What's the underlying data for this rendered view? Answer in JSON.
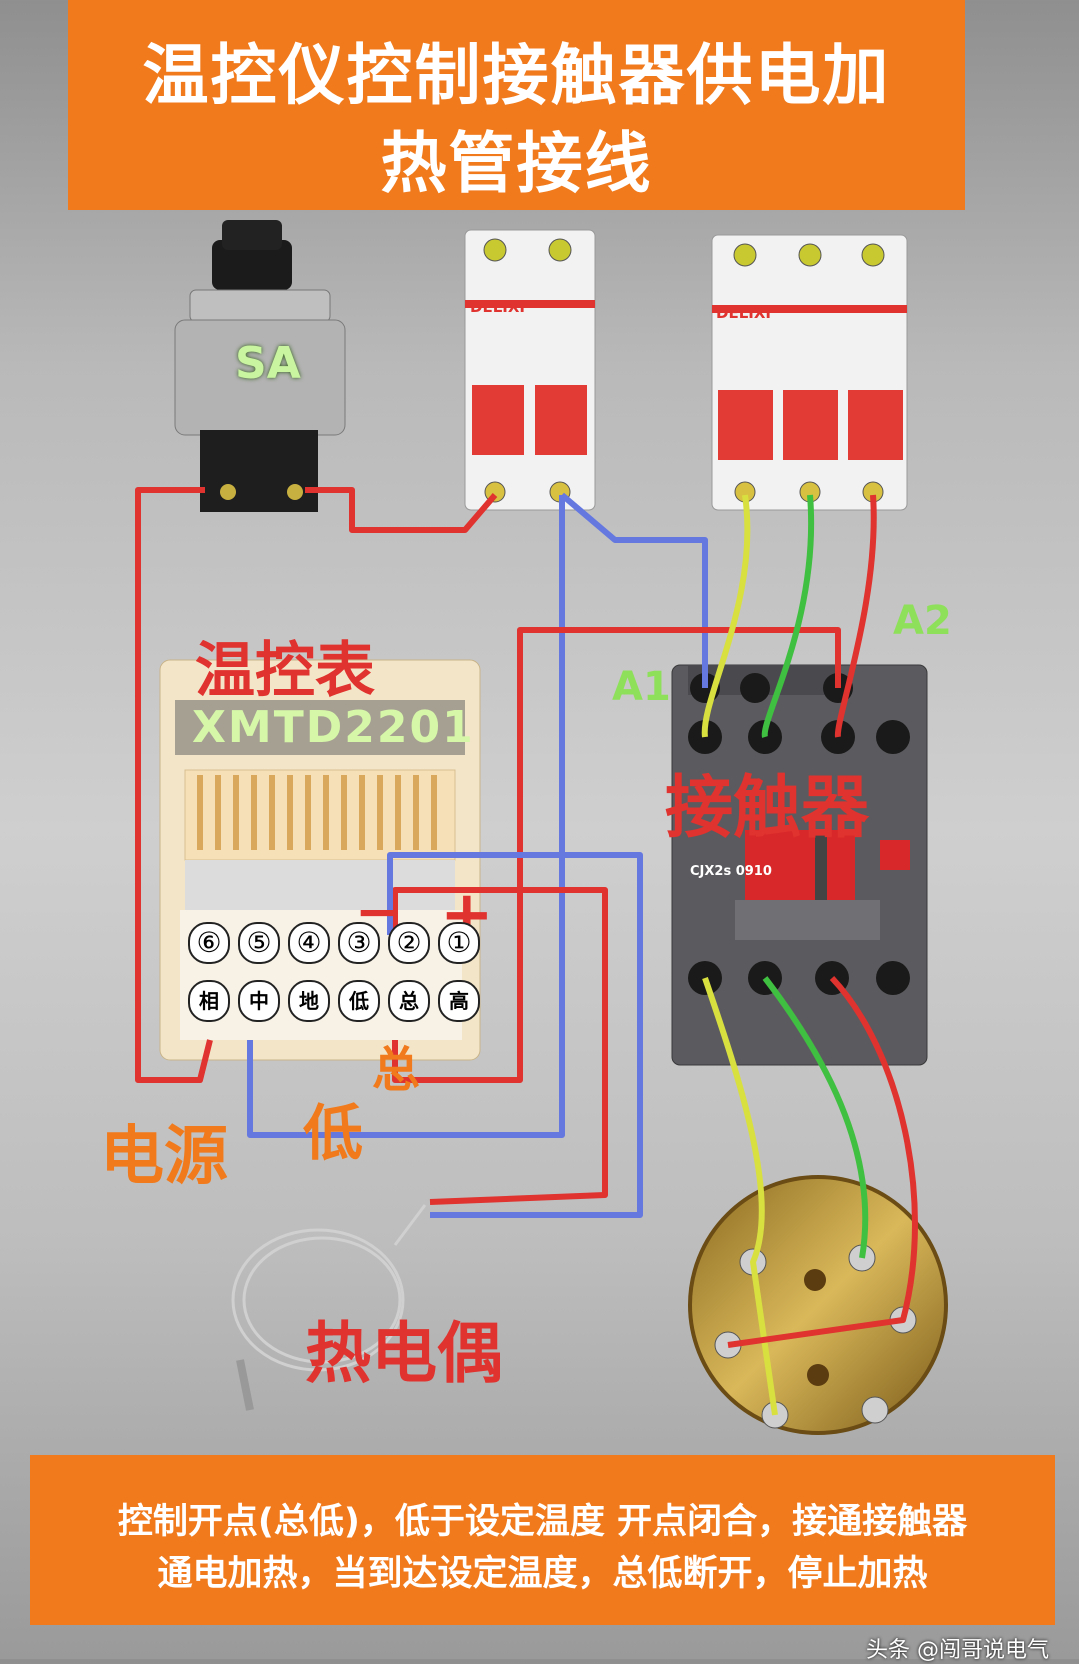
{
  "title": {
    "line1": "温控仪控制接触器供电加",
    "line2": "热管接线"
  },
  "labels": {
    "switch": "SA",
    "controller_name": "温控表",
    "controller_model": "XMTD2201",
    "contactor": "接触器",
    "a1": "A1",
    "a2": "A2",
    "power": "电源",
    "low": "低",
    "common": "总",
    "thermocouple": "热电偶",
    "minus": "−",
    "plus": "+"
  },
  "terminals_top": [
    "⑥",
    "⑤",
    "④",
    "③",
    "②",
    "①"
  ],
  "terminals_bottom": [
    "相",
    "中",
    "地",
    "低",
    "总",
    "高"
  ],
  "breaker_brand": "DELIXI",
  "contactor_model": "CJX2s 0910",
  "footer": {
    "line1": "控制开点(总低)，低于设定温度 开点闭合，接通接触器",
    "line2": "通电加热，当到达设定温度，总低断开，停止加热"
  },
  "watermark": "头条 @闯哥说电气",
  "colors": {
    "banner": "#f07a1c",
    "red_wire": "#e0322e",
    "blue_wire": "#6478e0",
    "yellow_wire": "#d8e040",
    "green_wire": "#40c040"
  }
}
